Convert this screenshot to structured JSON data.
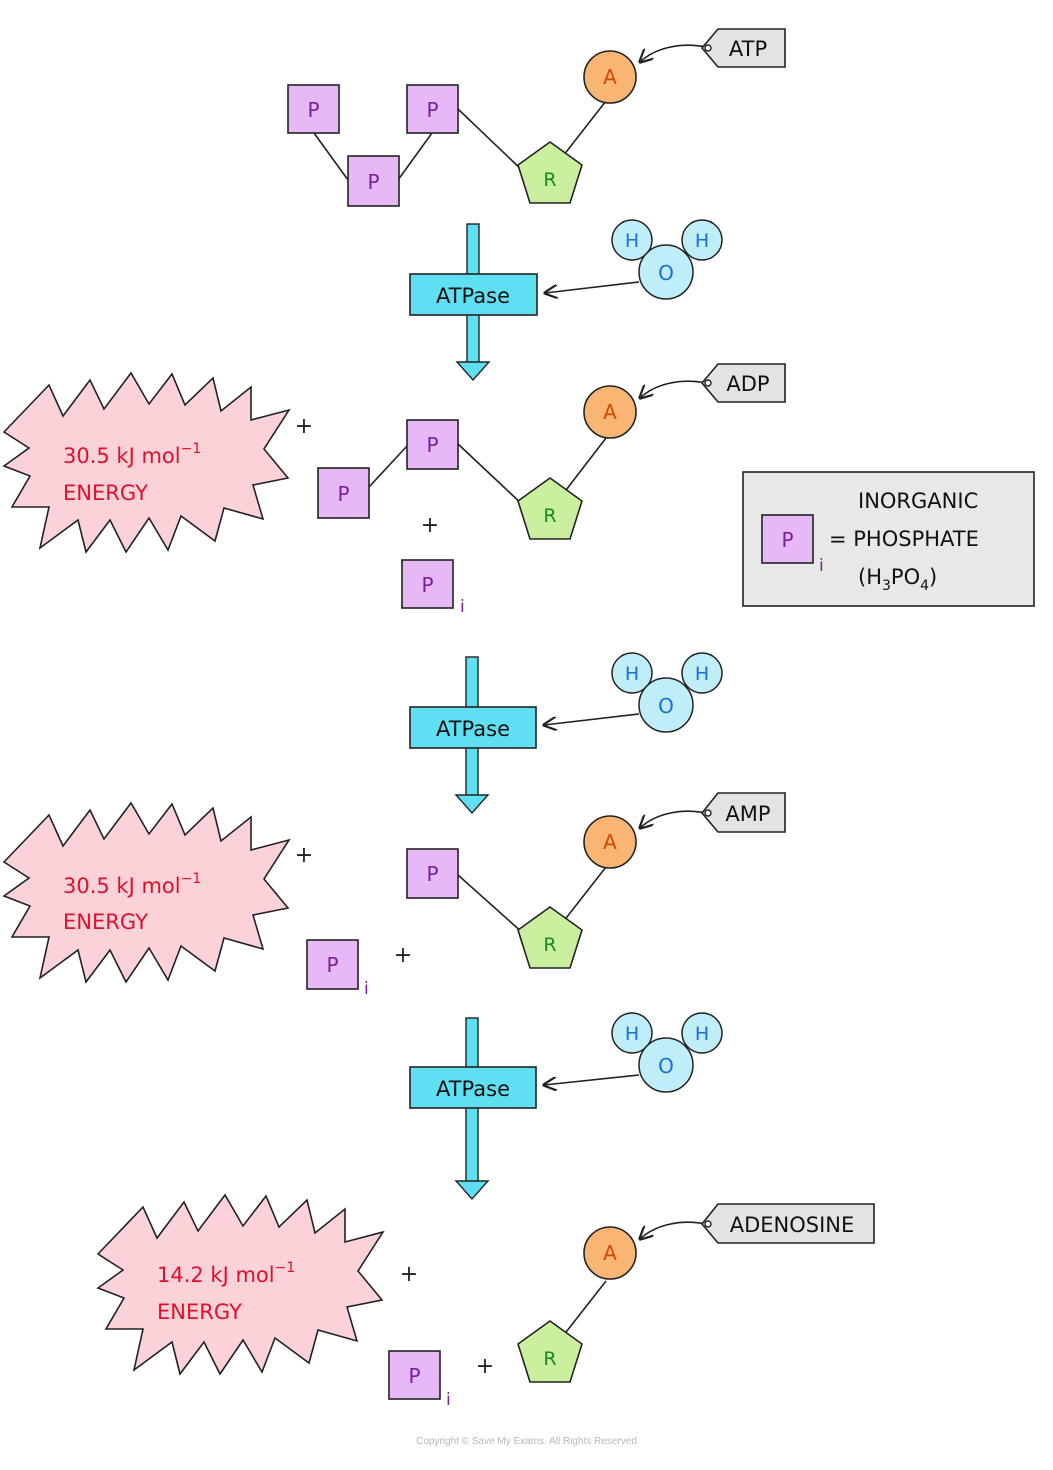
{
  "labels": {
    "atp": "ATP",
    "adp": "ADP",
    "amp": "AMP",
    "adenosine": "ADENOSINE",
    "atpase": "ATPase",
    "phosphate": "P",
    "ribose": "R",
    "adenine": "A",
    "hydrogen": "H",
    "oxygen": "O",
    "subscript_i": "i",
    "plus": "+"
  },
  "energy": [
    {
      "value": "30.5 kJ mol",
      "sup": "−1",
      "word": "ENERGY"
    },
    {
      "value": "30.5 kJ mol",
      "sup": "−1",
      "word": "ENERGY"
    },
    {
      "value": "14.2 kJ mol",
      "sup": "−1",
      "word": "ENERGY"
    }
  ],
  "legend": {
    "line1": "INORGANIC",
    "line2": "= PHOSPHATE",
    "formula_open": "(H",
    "formula_sub3": "3",
    "formula_po": "PO",
    "formula_sub4": "4",
    "formula_close": ")"
  },
  "footer": "Copyright © Save My Exams. All Rights Reserved",
  "colors": {
    "phosphate": "#e6b8f5",
    "ribose": "#c9ef9f",
    "adenine": "#f9b574",
    "water": "#bfeef8",
    "enzyme": "#5fe0f2",
    "energy_fill": "#fbd2d8",
    "energy_text": "#e0102c",
    "tag": "#e3e3e3",
    "legend_bg": "#e8e8e8"
  }
}
